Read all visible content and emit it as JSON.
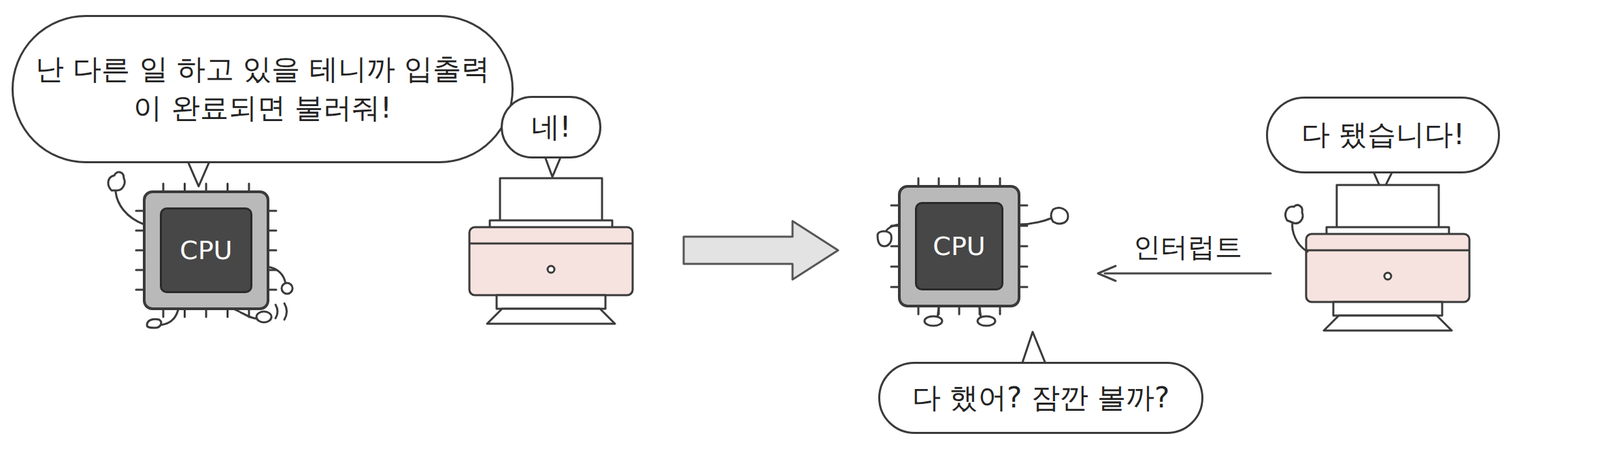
{
  "diagram": {
    "nodes": [
      {
        "text": [
          "난 다른 일 하고 있을 테니까 입출력이 완료되면 불러줘!"
        ]
      },
      {
        "text": [
          "CPU"
        ]
      },
      {
        "text": [
          "네!"
        ]
      },
      {
        "text": [
          "다 됐습니다!"
        ]
      },
      {
        "text": [
          "CPU"
        ]
      },
      {
        "text": [
          "다 했어? 잠깐 볼까?"
        ]
      }
    ],
    "labels": [
      "인터럽트"
    ]
  }
}
